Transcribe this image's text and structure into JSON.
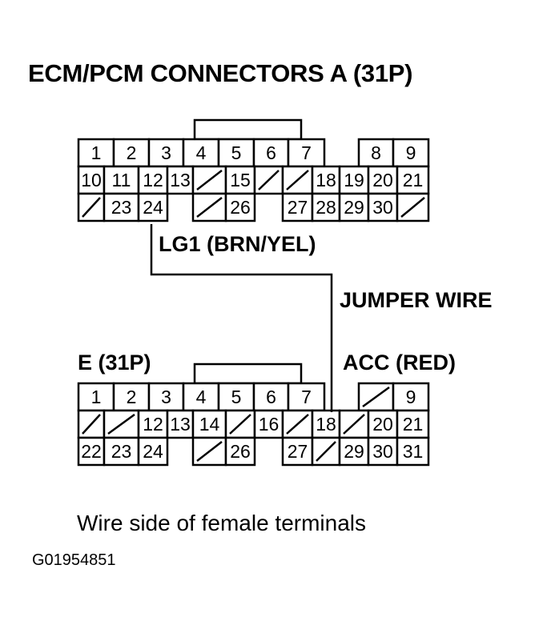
{
  "title": "ECM/PCM CONNECTORS A (31P)",
  "labels": {
    "wire_a": "LG1 (BRN/YEL)",
    "jumper": "JUMPER WIRE",
    "connector_e": "E (31P)",
    "wire_e": "ACC (RED)"
  },
  "caption": "Wire side of female terminals",
  "figure_id": "G01954851",
  "connector_a": {
    "rows": [
      [
        "1",
        "2",
        "3",
        "4",
        "5",
        "6",
        "7",
        "",
        "8",
        "9"
      ],
      [
        "10",
        "11",
        "12",
        "13",
        "/",
        "15",
        "/",
        "/",
        "18",
        "19",
        "20",
        "21"
      ],
      [
        "/",
        "23",
        "24",
        "",
        "/",
        "26",
        "",
        "27",
        "28",
        "29",
        "30",
        "/"
      ]
    ]
  },
  "connector_e": {
    "rows": [
      [
        "1",
        "2",
        "3",
        "4",
        "5",
        "6",
        "7",
        "",
        "/",
        "9"
      ],
      [
        "/",
        "/",
        "12",
        "13",
        "14",
        "/",
        "16",
        "/",
        "18",
        "/",
        "20",
        "21"
      ],
      [
        "22",
        "23",
        "24",
        "",
        "/",
        "26",
        "",
        "27",
        "/",
        "29",
        "30",
        "31"
      ]
    ]
  }
}
